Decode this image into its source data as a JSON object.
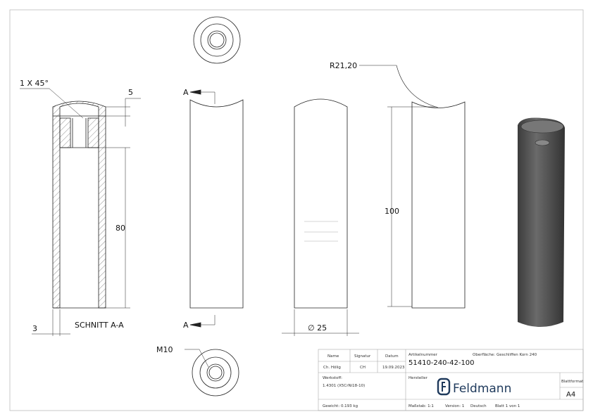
{
  "annotations": {
    "chamfer": "1 X 45°",
    "dim_5": "5",
    "dim_80": "80",
    "dim_3": "3",
    "section_label": "SCHNITT A-A",
    "section_mark_top": "A",
    "section_mark_bottom": "A",
    "diameter": "∅ 25",
    "radius": "R21,20",
    "dim_100": "100",
    "thread": "M10"
  },
  "title_block": {
    "name_label": "Name",
    "signature_label": "Signatur",
    "date_label": "Datum",
    "name": "Ch. Hölig",
    "signature": "CH",
    "date": "19.09.2023",
    "article_label": "Artikelnummer",
    "article_number": "51410-240-42-100",
    "surface_label": "Oberfläche:",
    "surface": "Geschliffen Korn 240",
    "material_label": "Werkstoff:",
    "material": "1.4301 (X5CrNi18-10)",
    "manufacturer_label": "Hersteller",
    "manufacturer": "Feldmann",
    "format_label": "Blattformat",
    "format": "A4",
    "weight": "Gewicht: 0.193 kg",
    "scale": "Maßstab: 1:1",
    "version": "Version: 1",
    "language": "Deutsch",
    "sheet": "Blatt 1 von 1"
  },
  "colors": {
    "line": "#222222",
    "brand": "#1f3a5c",
    "model": "#555555"
  }
}
